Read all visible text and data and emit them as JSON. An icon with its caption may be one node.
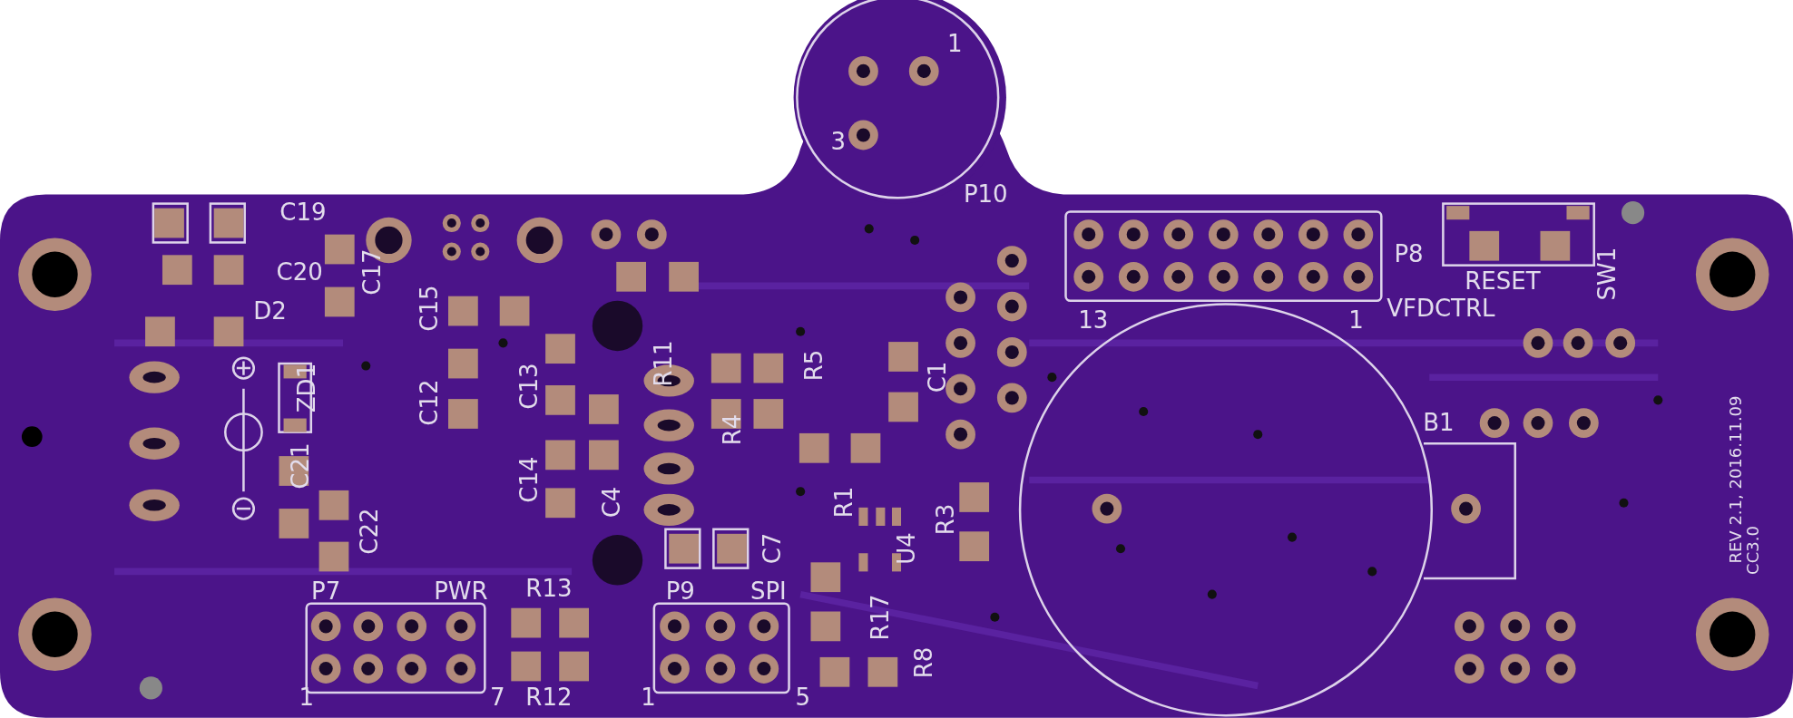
{
  "diagram": {
    "labels": [
      "C19",
      "C20",
      "D2",
      "C17",
      "C15",
      "ZD1",
      "C12",
      "C13",
      "C21",
      "C14",
      "C22",
      "C4",
      "R11",
      "R5",
      "R4",
      "C1",
      "R1",
      "R3",
      "C7",
      "U4",
      "R17",
      "R8",
      "P10",
      "1",
      "3",
      "P8",
      "13",
      "1",
      "VFDCTRL",
      "RESET",
      "SW1",
      "B1",
      "P7",
      "PWR",
      "R13",
      "1",
      "7",
      "R12",
      "P9",
      "SPI",
      "1",
      "5",
      "REV 2.1, 2016.11.09",
      "CC3.0"
    ]
  }
}
